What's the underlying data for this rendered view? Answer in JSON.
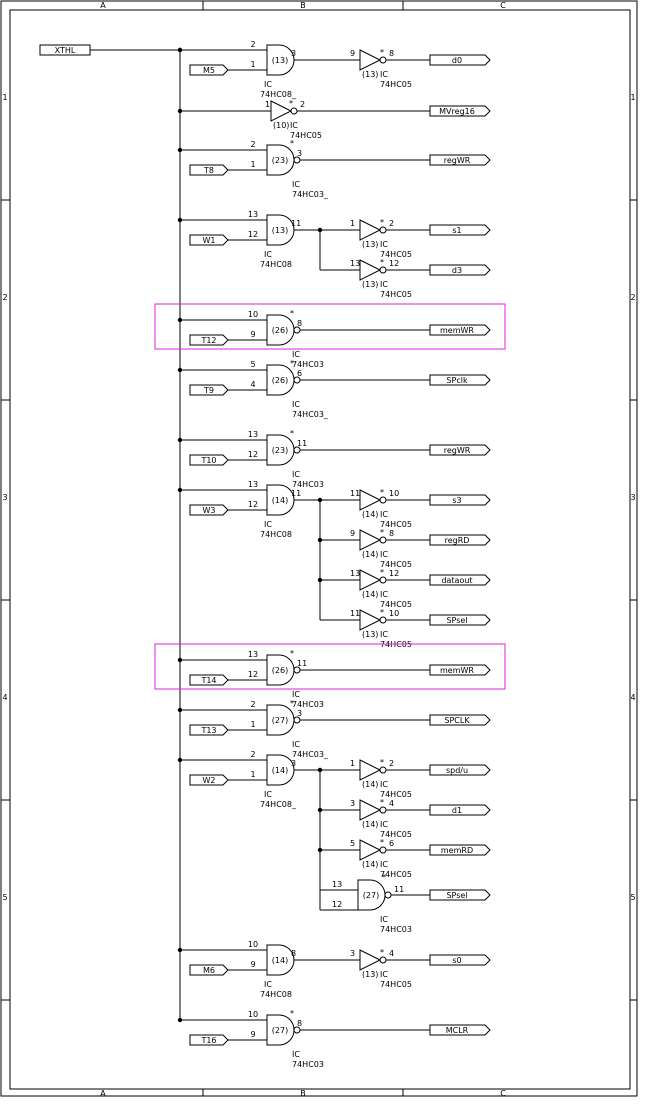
{
  "frame": {
    "columns": [
      "A",
      "B",
      "C"
    ],
    "rows": [
      "1",
      "2",
      "3",
      "4",
      "5"
    ]
  },
  "main_input": "XTHL",
  "stages": [
    {
      "input": "M5",
      "gate": {
        "kind": "and",
        "in_a": "2",
        "in_b": "1",
        "out": "3",
        "star": false,
        "unit": "(13)",
        "ref": "IC",
        "part": "74HC08_"
      },
      "outputs": [
        {
          "inverter": {
            "in": "9",
            "out": "8",
            "unit": "(13)",
            "ref": "IC",
            "part": "74HC05"
          },
          "signal": "d0"
        }
      ]
    },
    {
      "input": "",
      "gate": {
        "kind": "inv",
        "in_a": "1",
        "in_b": "",
        "out": "2",
        "star": true,
        "unit": "(10)",
        "ref": "IC",
        "part": "74HC05"
      },
      "outputs": [
        {
          "inverter": null,
          "signal": "MVreg16"
        }
      ]
    },
    {
      "input": "T8",
      "gate": {
        "kind": "nand",
        "in_a": "2",
        "in_b": "1",
        "out": "3",
        "star": true,
        "unit": "(23)",
        "ref": "IC",
        "part": "74HC03_"
      },
      "outputs": [
        {
          "inverter": null,
          "signal": "regWR"
        }
      ]
    },
    {
      "input": "W1",
      "gate": {
        "kind": "and",
        "in_a": "13",
        "in_b": "12",
        "out": "11",
        "star": false,
        "unit": "(13)",
        "ref": "IC",
        "part": "74HC08"
      },
      "outputs": [
        {
          "inverter": {
            "in": "1",
            "out": "2",
            "unit": "(13)",
            "ref": "IC",
            "part": "74HC05"
          },
          "signal": "s1"
        },
        {
          "inverter": {
            "in": "13",
            "out": "12",
            "unit": "(13)",
            "ref": "IC",
            "part": "74HC05"
          },
          "signal": "d3"
        }
      ]
    },
    {
      "input": "T12",
      "highlight": true,
      "gate": {
        "kind": "nand",
        "in_a": "10",
        "in_b": "9",
        "out": "8",
        "star": true,
        "unit": "(26)",
        "ref": "IC",
        "part": "74HC03"
      },
      "outputs": [
        {
          "inverter": null,
          "signal": "memWR"
        }
      ]
    },
    {
      "input": "T9",
      "gate": {
        "kind": "nand",
        "in_a": "5",
        "in_b": "4",
        "out": "6",
        "star": true,
        "unit": "(26)",
        "ref": "IC",
        "part": "74HC03_"
      },
      "outputs": [
        {
          "inverter": null,
          "signal": "SPclk"
        }
      ]
    },
    {
      "input": "T10",
      "gate": {
        "kind": "nand",
        "in_a": "13",
        "in_b": "12",
        "out": "11",
        "star": true,
        "unit": "(23)",
        "ref": "IC",
        "part": "74HC03"
      },
      "outputs": [
        {
          "inverter": null,
          "signal": "regWR"
        }
      ]
    },
    {
      "input": "W3",
      "gate": {
        "kind": "and",
        "in_a": "13",
        "in_b": "12",
        "out": "11",
        "star": false,
        "unit": "(14)",
        "ref": "IC",
        "part": "74HC08"
      },
      "outputs": [
        {
          "inverter": {
            "in": "11",
            "out": "10",
            "unit": "(14)",
            "ref": "IC",
            "part": "74HC05"
          },
          "signal": "s3"
        },
        {
          "inverter": {
            "in": "9",
            "out": "8",
            "unit": "(14)",
            "ref": "IC",
            "part": "74HC05"
          },
          "signal": "regRD"
        },
        {
          "inverter": {
            "in": "13",
            "out": "12",
            "unit": "(14)",
            "ref": "IC",
            "part": "74HC05"
          },
          "signal": "dataout"
        },
        {
          "inverter": {
            "in": "11",
            "out": "10",
            "unit": "(13)",
            "ref": "IC",
            "part": "74HC05"
          },
          "signal": "SPsel"
        }
      ]
    },
    {
      "input": "T14",
      "highlight": true,
      "gate": {
        "kind": "nand",
        "in_a": "13",
        "in_b": "12",
        "out": "11",
        "star": true,
        "unit": "(26)",
        "ref": "IC",
        "part": "74HC03"
      },
      "outputs": [
        {
          "inverter": null,
          "signal": "memWR"
        }
      ]
    },
    {
      "input": "T13",
      "gate": {
        "kind": "nand",
        "in_a": "2",
        "in_b": "1",
        "out": "3",
        "star": true,
        "unit": "(27)",
        "ref": "IC",
        "part": "74HC03_"
      },
      "outputs": [
        {
          "inverter": null,
          "signal": "SPCLK"
        }
      ]
    },
    {
      "input": "W2",
      "gate": {
        "kind": "and",
        "in_a": "2",
        "in_b": "1",
        "out": "3",
        "star": false,
        "unit": "(14)",
        "ref": "IC",
        "part": "74HC08_"
      },
      "outputs": [
        {
          "inverter": {
            "in": "1",
            "out": "2",
            "unit": "(14)",
            "ref": "IC",
            "part": "74HC05"
          },
          "signal": "spd/u"
        },
        {
          "inverter": {
            "in": "3",
            "out": "4",
            "unit": "(14)",
            "ref": "IC",
            "part": "74HC05"
          },
          "signal": "d1"
        },
        {
          "inverter": {
            "in": "5",
            "out": "6",
            "unit": "(14)",
            "ref": "IC",
            "part": "74HC05"
          },
          "signal": "memRD"
        },
        {
          "nand": {
            "in_a": "13",
            "in_b": "12",
            "out": "11",
            "unit": "(27)",
            "ref": "IC",
            "part": "74HC03"
          },
          "signal": "SPsel"
        }
      ]
    },
    {
      "input": "M6",
      "gate": {
        "kind": "and",
        "in_a": "10",
        "in_b": "9",
        "out": "8",
        "star": false,
        "unit": "(14)",
        "ref": "IC",
        "part": "74HC08"
      },
      "outputs": [
        {
          "inverter": {
            "in": "3",
            "out": "4",
            "unit": "(13)",
            "ref": "IC",
            "part": "74HC05"
          },
          "signal": "s0"
        }
      ]
    },
    {
      "input": "T16",
      "gate": {
        "kind": "nand",
        "in_a": "10",
        "in_b": "9",
        "out": "8",
        "star": true,
        "unit": "(27)",
        "ref": "IC",
        "part": "74HC03"
      },
      "outputs": [
        {
          "inverter": null,
          "signal": "MCLR"
        }
      ]
    }
  ]
}
